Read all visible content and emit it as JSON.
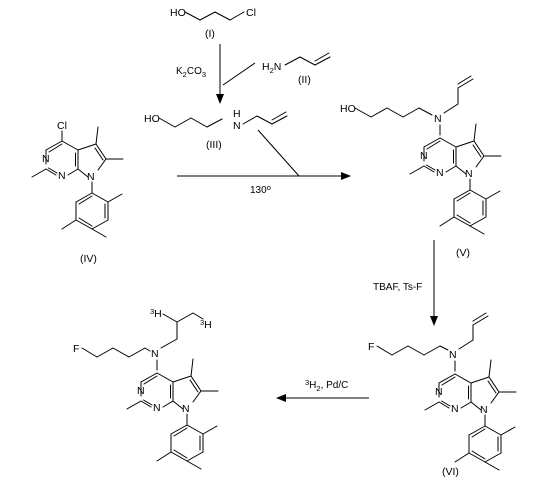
{
  "compounds": [
    {
      "id": "I",
      "label": "(I)",
      "atoms": [
        "HO",
        "Cl"
      ]
    },
    {
      "id": "II",
      "label": "(II)",
      "atoms": [
        "H",
        "2",
        "N"
      ]
    },
    {
      "id": "III",
      "label": "(III)",
      "atoms": [
        "HO",
        "H",
        "N"
      ]
    },
    {
      "id": "IV",
      "label": "(IV)",
      "atoms": [
        "Cl",
        "N",
        "N",
        "N"
      ]
    },
    {
      "id": "V",
      "label": "(V)",
      "atoms": [
        "HO",
        "N",
        "N",
        "N",
        "N"
      ]
    },
    {
      "id": "VI",
      "label": "(VI)",
      "atoms": [
        "F",
        "N",
        "N",
        "N",
        "N"
      ]
    },
    {
      "id": "P",
      "label": "",
      "atoms": [
        "F",
        "N",
        "N",
        "N",
        "N",
        "3",
        "H",
        "3",
        "H"
      ]
    }
  ],
  "reactions": [
    {
      "id": "r1",
      "conditions": [
        {
          "main": "K",
          "sub": "2",
          "main2": "CO",
          "sub2": "3"
        }
      ]
    },
    {
      "id": "r2",
      "conditions": [
        {
          "text": "130"
        },
        {
          "text": "o"
        }
      ]
    },
    {
      "id": "r3",
      "conditions": [
        {
          "text": "TBAF, Ts-F"
        }
      ]
    },
    {
      "id": "r4",
      "conditions": [
        {
          "sup": "3",
          "main": "H",
          "sub": "2",
          "rest": ", Pd/C"
        }
      ]
    }
  ],
  "colors": {
    "ink": "#000000",
    "background": "#ffffff"
  }
}
